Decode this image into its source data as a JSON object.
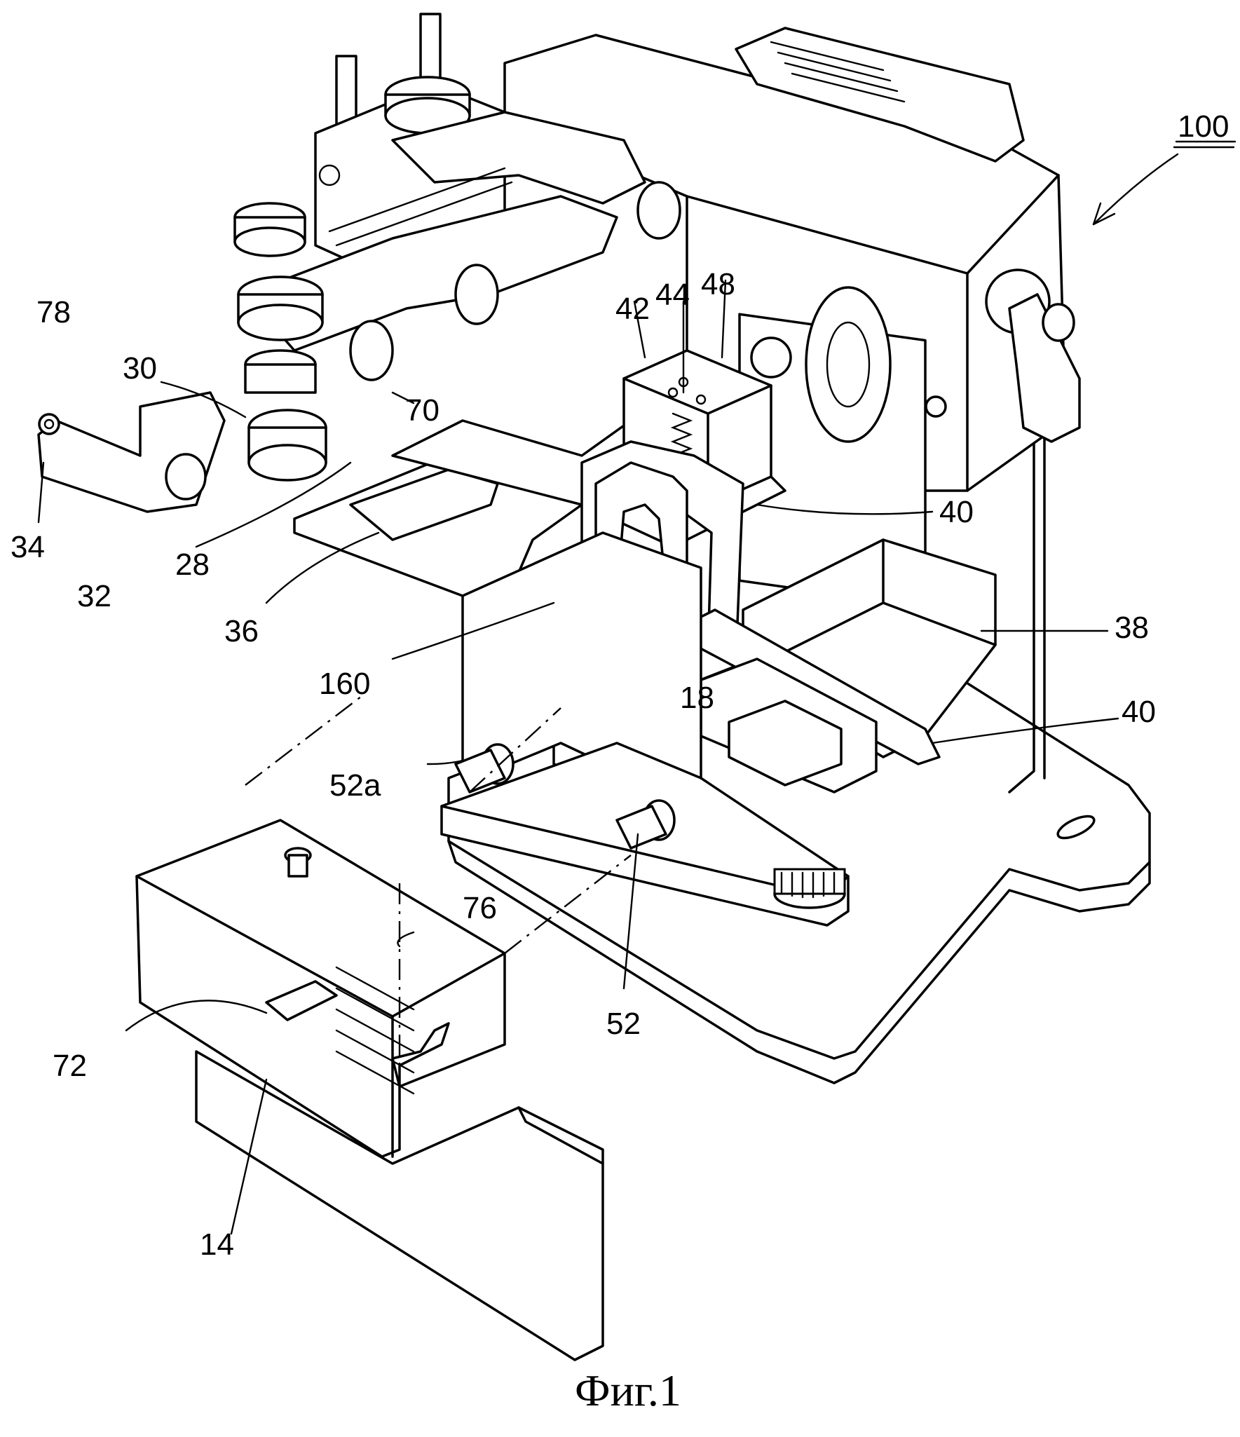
{
  "figure": {
    "caption": "Фиг.1",
    "labels": {
      "l100": "100",
      "l78": "78",
      "l30": "30",
      "l70": "70",
      "l42": "42",
      "l44": "44",
      "l48": "48",
      "l34": "34",
      "l32": "32",
      "l28": "28",
      "l36": "36",
      "l40a": "40",
      "l40b": "40",
      "l38": "38",
      "l160": "160",
      "l18": "18",
      "l52a": "52a",
      "l52": "52",
      "l76": "76",
      "l72": "72",
      "l14": "14"
    }
  }
}
